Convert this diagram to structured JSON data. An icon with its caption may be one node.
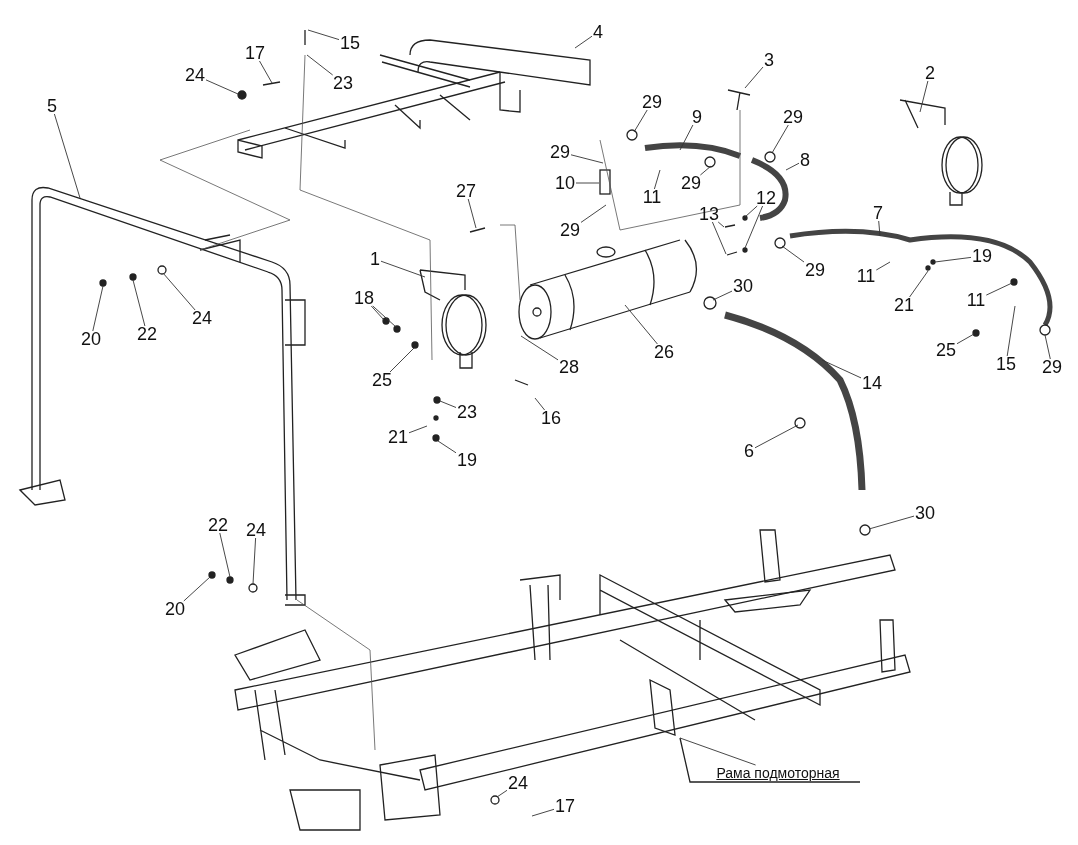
{
  "diagram": {
    "nodes": [
      {
        "text": [
          "4"
        ]
      },
      {
        "text": [
          "3"
        ]
      },
      {
        "text": [
          "15"
        ]
      },
      {
        "text": [
          "17"
        ]
      },
      {
        "text": [
          "2"
        ]
      },
      {
        "text": [
          "24"
        ]
      },
      {
        "text": [
          "23"
        ]
      },
      {
        "text": [
          "5"
        ]
      },
      {
        "text": [
          "29"
        ]
      },
      {
        "text": [
          "9"
        ]
      },
      {
        "text": [
          "29"
        ]
      },
      {
        "text": [
          "29"
        ]
      },
      {
        "text": [
          "8"
        ]
      },
      {
        "text": [
          "10"
        ]
      },
      {
        "text": [
          "29"
        ]
      },
      {
        "text": [
          "11"
        ]
      },
      {
        "text": [
          "27"
        ]
      },
      {
        "text": [
          "12"
        ]
      },
      {
        "text": [
          "13"
        ]
      },
      {
        "text": [
          "7"
        ]
      },
      {
        "text": [
          "29"
        ]
      },
      {
        "text": [
          "1"
        ]
      },
      {
        "text": [
          "29"
        ]
      },
      {
        "text": [
          "19"
        ]
      },
      {
        "text": [
          "11"
        ]
      },
      {
        "text": [
          "30"
        ]
      },
      {
        "text": [
          "18"
        ]
      },
      {
        "text": [
          "11"
        ]
      },
      {
        "text": [
          "21"
        ]
      },
      {
        "text": [
          "20"
        ]
      },
      {
        "text": [
          "22"
        ]
      },
      {
        "text": [
          "24"
        ]
      },
      {
        "text": [
          "25"
        ]
      },
      {
        "text": [
          "26"
        ]
      },
      {
        "text": [
          "15"
        ]
      },
      {
        "text": [
          "29"
        ]
      },
      {
        "text": [
          "28"
        ]
      },
      {
        "text": [
          "25"
        ]
      },
      {
        "text": [
          "14"
        ]
      },
      {
        "text": [
          "23"
        ]
      },
      {
        "text": [
          "16"
        ]
      },
      {
        "text": [
          "21"
        ]
      },
      {
        "text": [
          "19"
        ]
      },
      {
        "text": [
          "6"
        ]
      },
      {
        "text": [
          "30"
        ]
      },
      {
        "text": [
          "22"
        ]
      },
      {
        "text": [
          "24"
        ]
      },
      {
        "text": [
          "20"
        ]
      },
      {
        "text": [
          "Рама подмоторная"
        ]
      },
      {
        "text": [
          "24"
        ]
      },
      {
        "text": [
          "17"
        ]
      }
    ],
    "edges": [
      {
        "from": 0,
        "to": null,
        "arrow": "none"
      },
      {
        "from": 1,
        "to": null,
        "arrow": "none"
      },
      {
        "from": 2,
        "to": null,
        "arrow": "none"
      },
      {
        "from": 3,
        "to": null,
        "arrow": "none"
      },
      {
        "from": 4,
        "to": null,
        "arrow": "none"
      },
      {
        "from": 5,
        "to": null,
        "arrow": "none"
      },
      {
        "from": 6,
        "to": null,
        "arrow": "none"
      },
      {
        "from": 7,
        "to": null,
        "arrow": "none"
      },
      {
        "from": 8,
        "to": null,
        "arrow": "none"
      },
      {
        "from": 9,
        "to": null,
        "arrow": "none"
      },
      {
        "from": 10,
        "to": null,
        "arrow": "none"
      },
      {
        "from": 11,
        "to": null,
        "arrow": "none"
      },
      {
        "from": 12,
        "to": null,
        "arrow": "none"
      },
      {
        "from": 13,
        "to": null,
        "arrow": "none"
      },
      {
        "from": 14,
        "to": null,
        "arrow": "none"
      },
      {
        "from": 15,
        "to": null,
        "arrow": "none"
      },
      {
        "from": 16,
        "to": null,
        "arrow": "none"
      },
      {
        "from": 17,
        "to": null,
        "arrow": "none"
      },
      {
        "from": 17,
        "to": null,
        "arrow": "none"
      },
      {
        "from": 18,
        "to": null,
        "arrow": "none"
      },
      {
        "from": 18,
        "to": null,
        "arrow": "none"
      },
      {
        "from": 19,
        "to": null,
        "arrow": "none"
      },
      {
        "from": 20,
        "to": null,
        "arrow": "none"
      },
      {
        "from": 21,
        "to": null,
        "arrow": "none"
      },
      {
        "from": 22,
        "to": null,
        "arrow": "none"
      },
      {
        "from": 23,
        "to": null,
        "arrow": "none"
      },
      {
        "from": 24,
        "to": null,
        "arrow": "none"
      },
      {
        "from": 25,
        "to": null,
        "arrow": "none"
      },
      {
        "from": 26,
        "to": null,
        "arrow": "none"
      },
      {
        "from": 26,
        "to": null,
        "arrow": "none"
      },
      {
        "from": 27,
        "to": null,
        "arrow": "none"
      },
      {
        "from": 28,
        "to": null,
        "arrow": "none"
      },
      {
        "from": 29,
        "to": null,
        "arrow": "none"
      },
      {
        "from": 30,
        "to": null,
        "arrow": "none"
      },
      {
        "from": 31,
        "to": null,
        "arrow": "none"
      },
      {
        "from": 32,
        "to": null,
        "arrow": "none"
      },
      {
        "from": 33,
        "to": null,
        "arrow": "none"
      },
      {
        "from": 34,
        "to": null,
        "arrow": "none"
      },
      {
        "from": 35,
        "to": null,
        "arrow": "none"
      },
      {
        "from": 36,
        "to": null,
        "arrow": "none"
      },
      {
        "from": 37,
        "to": null,
        "arrow": "none"
      },
      {
        "from": 38,
        "to": null,
        "arrow": "none"
      },
      {
        "from": 39,
        "to": null,
        "arrow": "none"
      },
      {
        "from": 40,
        "to": null,
        "arrow": "none"
      },
      {
        "from": 41,
        "to": null,
        "arrow": "none"
      },
      {
        "from": 42,
        "to": null,
        "arrow": "none"
      },
      {
        "from": 43,
        "to": null,
        "arrow": "none"
      },
      {
        "from": 44,
        "to": null,
        "arrow": "none"
      },
      {
        "from": 45,
        "to": null,
        "arrow": "none"
      },
      {
        "from": 46,
        "to": null,
        "arrow": "none"
      },
      {
        "from": 47,
        "to": null,
        "arrow": "none"
      },
      {
        "from": 48,
        "to": null,
        "arrow": "none"
      },
      {
        "from": 49,
        "to": null,
        "arrow": "none"
      },
      {
        "from": 50,
        "to": null,
        "arrow": "none"
      }
    ]
  }
}
